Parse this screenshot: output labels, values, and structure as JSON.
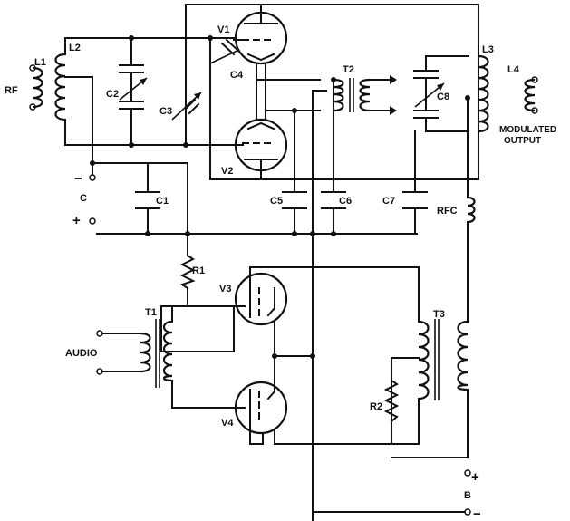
{
  "labels": {
    "rf": "RF",
    "l1": "L1",
    "l2": "L2",
    "l3": "L3",
    "l4": "L4",
    "c1": "C1",
    "c2": "C2",
    "c3": "C3",
    "c4": "C4",
    "c5": "C5",
    "c6": "C6",
    "c7": "C7",
    "c8": "C8",
    "v1": "V1",
    "v2": "V2",
    "v3": "V3",
    "v4": "V4",
    "t1": "T1",
    "t2": "T2",
    "t3": "T3",
    "r1": "R1",
    "r2": "R2",
    "rfc": "RFC",
    "audio": "AUDIO",
    "modulated": "MODULATED",
    "output": "OUTPUT",
    "c": "C",
    "b": "B",
    "c_minus": "−",
    "c_plus": "+",
    "b_plus": "+",
    "b_minus": "−"
  }
}
